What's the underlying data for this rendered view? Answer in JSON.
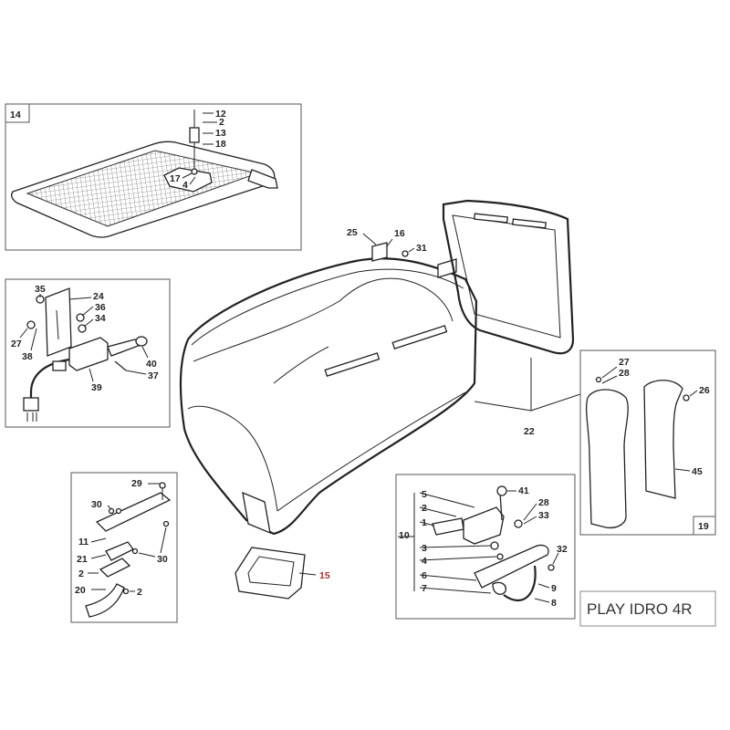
{
  "diagram": {
    "model_title": "PLAY IDRO 4R",
    "boxes": {
      "top_inset": "14",
      "side_panels": "19",
      "latch_group": "10"
    },
    "labels": {
      "n12": "12",
      "n2a": "2",
      "n13": "13",
      "n18": "18",
      "n17": "17",
      "n4a": "4",
      "n25": "25",
      "n16": "16",
      "n31": "31",
      "n35": "35",
      "n24": "24",
      "n36": "36",
      "n34": "34",
      "n27a": "27",
      "n38": "38",
      "n40": "40",
      "n37": "37",
      "n39": "39",
      "n22": "22",
      "n27b": "27",
      "n28a": "28",
      "n26": "26",
      "n45": "45",
      "n29": "29",
      "n30a": "30",
      "n11": "11",
      "n21": "21",
      "n30b": "30",
      "n2b": "2",
      "n20": "20",
      "n2c": "2",
      "n15": "15",
      "n5": "5",
      "n2d": "2",
      "n1": "1",
      "n3": "3",
      "n4b": "4",
      "n6": "6",
      "n7": "7",
      "n41": "41",
      "n28b": "28",
      "n33": "33",
      "n32": "32",
      "n9": "9",
      "n8": "8"
    }
  }
}
